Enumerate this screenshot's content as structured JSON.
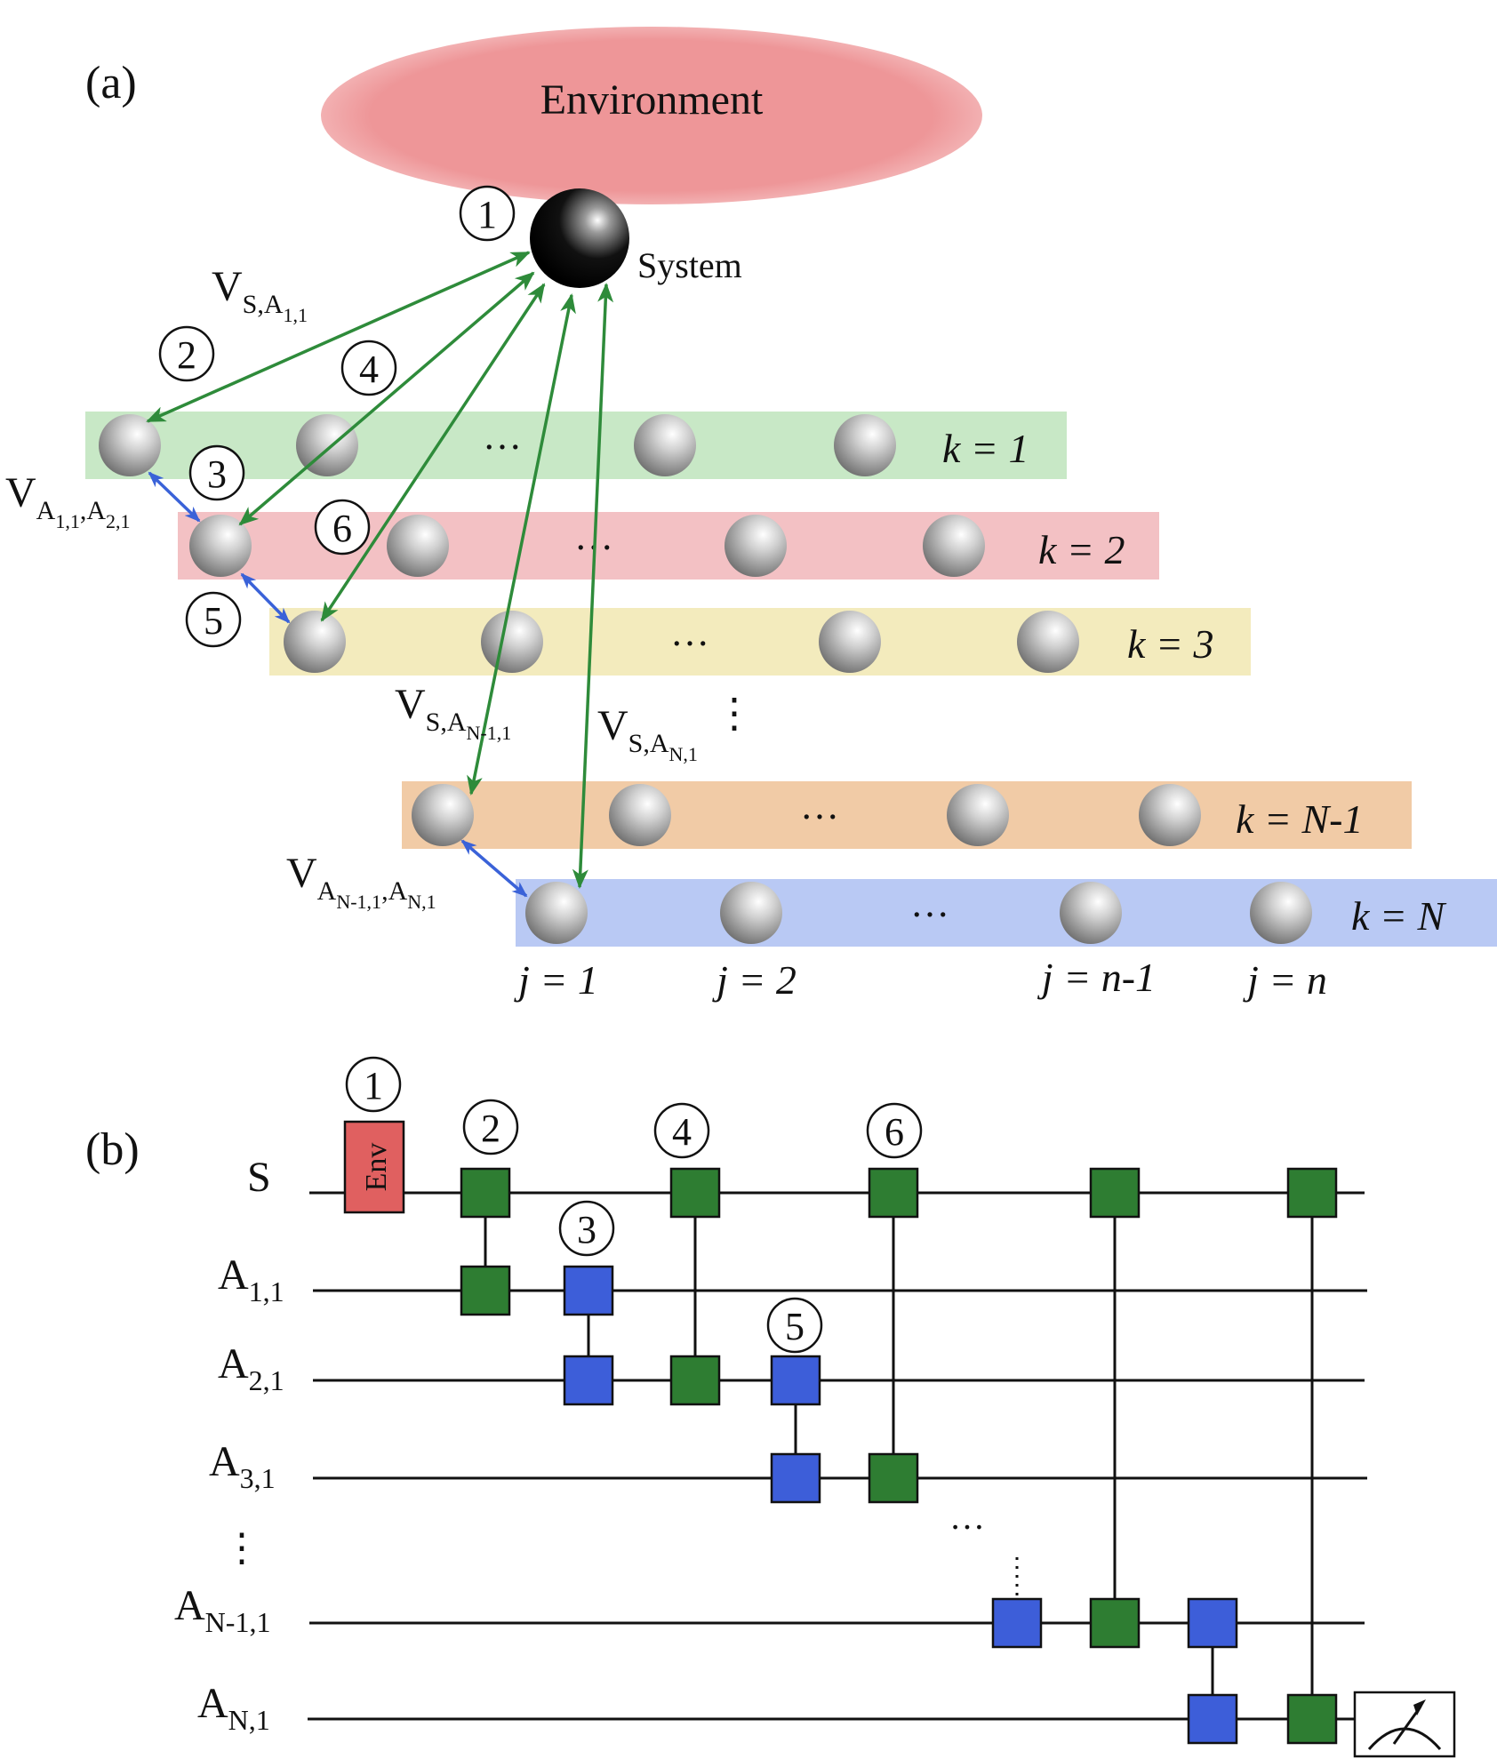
{
  "panel_a": {
    "label": "(a)",
    "environment": "Environment",
    "system": "System",
    "steps": [
      "1",
      "2",
      "3",
      "4",
      "5",
      "6"
    ],
    "dots": "…",
    "vdots": "⋮",
    "couplings": {
      "v_s_a11": {
        "main": "V",
        "sub": "S,A",
        "subsub": "1,1"
      },
      "v_a11_a21": {
        "main": "V",
        "sub1": "A",
        "subsub1": "1,1",
        "comma": ",A",
        "subsub2": "2,1"
      },
      "v_s_an1": {
        "main": "V",
        "sub": "S,A",
        "subsub": "N-1,1"
      },
      "v_s_an": {
        "main": "V",
        "sub": "S,A",
        "subsub": "N,1"
      },
      "v_an1_an": {
        "main": "V",
        "sub1": "A",
        "subsub1": "N-1,1",
        "comma": ",A",
        "subsub2": "N,1"
      }
    },
    "rows": [
      {
        "label": "k = 1",
        "color": "#c8e8c6"
      },
      {
        "label": "k = 2",
        "color": "#f3c1c4"
      },
      {
        "label": "k = 3",
        "color": "#f3ebbd"
      },
      {
        "label": "k = N-1",
        "color": "#f1cba6"
      },
      {
        "label": "k = N",
        "color": "#b9c9f4"
      }
    ],
    "columns": [
      "j = 1",
      "j = 2",
      "j = n-1",
      "j = n"
    ],
    "colors": {
      "env": "#ee9698",
      "green_arrow": "#2e8b3a",
      "blue_arrow": "#3a62d8"
    }
  },
  "panel_b": {
    "label": "(b)",
    "wires": [
      {
        "main": "S",
        "sub": ""
      },
      {
        "main": "A",
        "sub": "1,1"
      },
      {
        "main": "A",
        "sub": "2,1"
      },
      {
        "main": "A",
        "sub": "3,1"
      },
      {
        "main": "A",
        "sub": "N-1,1"
      },
      {
        "main": "A",
        "sub": "N,1"
      }
    ],
    "env_gate": "Env",
    "steps": [
      "1",
      "2",
      "3",
      "4",
      "5",
      "6"
    ],
    "dots": "…",
    "vdots": "⋮",
    "colors": {
      "green_gate": "#2e7d32",
      "blue_gate": "#3d5ed9",
      "env_gate": "#e06060"
    },
    "meter": "measurement-icon"
  }
}
